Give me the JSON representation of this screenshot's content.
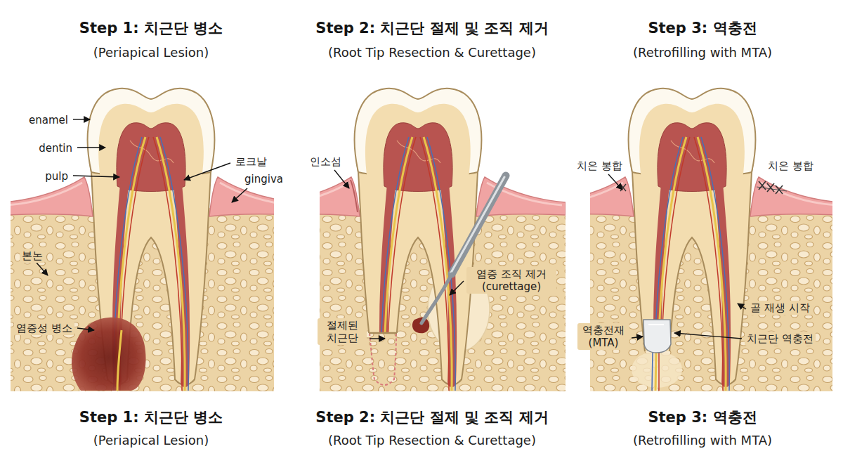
{
  "diagram": {
    "labels": [
      "Step 1: 치근단 병소",
      "(Periapical Lesion)",
      "Step 2: 치근단 절제 및 조직 제거",
      "(Root Tip Resection & Curettage)",
      "Step 3: 역충전",
      "(Retrofilling with MTA)",
      "enamel",
      "dentin",
      "pulp",
      "로크날",
      "gingiva",
      "본논",
      "염증성 병소",
      "인소섬",
      "염증 조직 제거 (curettage)",
      "절제된 치근단",
      "치은 봉합",
      "치은 봉합",
      "골 재생 시작",
      "역충전재 (MTA)",
      "치근단 역충전",
      "Step 1: 치근단 병소",
      "(Periapical Lesion)",
      "Step 2: 치근단 절제 및 조직 제거",
      "(Root Tip Resection & Curettage)",
      "Step 3: 역충전",
      "(Retrofilling with MTA)"
    ]
  }
}
